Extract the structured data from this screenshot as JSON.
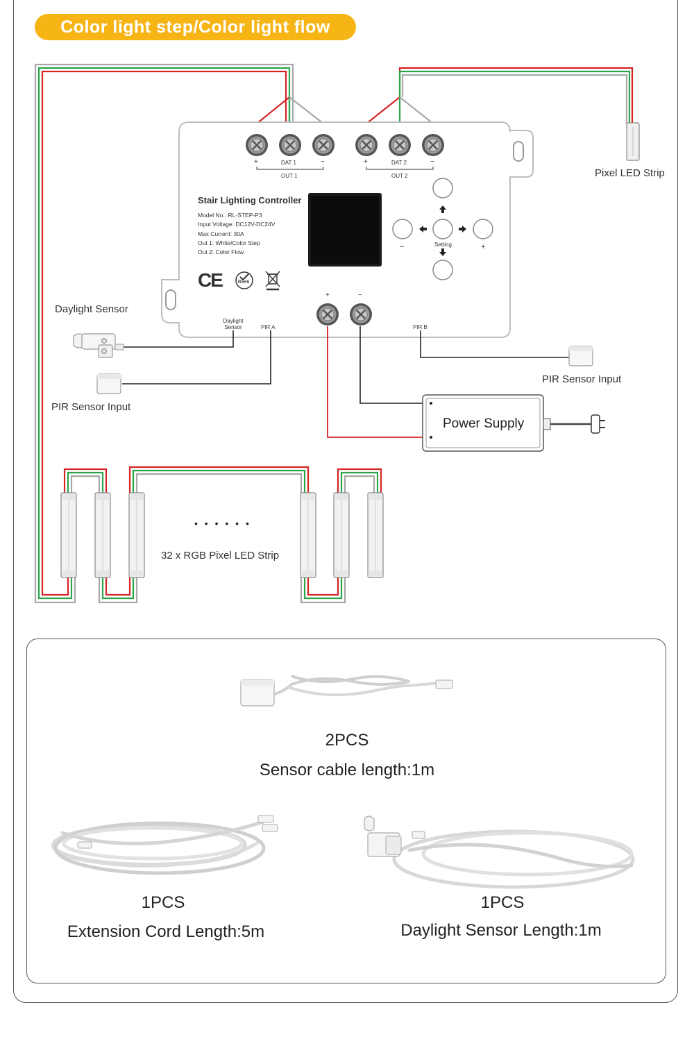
{
  "header": {
    "title": "Color light step/Color light flow"
  },
  "controller": {
    "title": "Stair Lighting Controller",
    "model": "Model No.: RL-STEP-P3",
    "voltage": "Input Voltage: DC12V-DC24V",
    "current": "Max Current: 30A",
    "out1_mode": "Out 1: White/Color Step",
    "out2_mode": "Out 2: Color Flow",
    "out1_label": "OUT 1",
    "out2_label": "OUT 2",
    "dat1_label": "DAT 1",
    "dat2_label": "DAT 2",
    "plus": "+",
    "minus": "−",
    "setting_label": "Setting",
    "daylight_port": "Daylight Sensor",
    "pir_a": "PIR A",
    "pir_b": "PIR B",
    "ce_mark": "CE",
    "rohs_mark": "RoHS"
  },
  "labels": {
    "pixel_led_strip": "Pixel LED Strip",
    "daylight_sensor": "Daylight Sensor",
    "pir_sensor_left": "PIR Sensor Input",
    "pir_sensor_right": "PIR Sensor Input",
    "power_supply": "Power Supply",
    "strip_dots": "• • • • • •",
    "strip_count": "32 x RGB Pixel LED Strip"
  },
  "accessories": [
    {
      "qty": "2PCS",
      "desc": "Sensor cable length:1m"
    },
    {
      "qty": "1PCS",
      "desc": "Extension Cord Length:5m"
    },
    {
      "qty": "1PCS",
      "desc": "Daylight Sensor Length:1m"
    }
  ],
  "colors": {
    "accent": "#f7b515",
    "wire_red": "#d42424",
    "wire_green": "#2aa44a",
    "wire_gray": "#a8a8a8",
    "wire_black": "#222222"
  },
  "icons": [
    "terminal-screw-icon",
    "arrow-up-icon",
    "arrow-down-icon",
    "arrow-left-icon",
    "arrow-right-icon",
    "weee-bin-icon",
    "rohs-check-icon",
    "ce-mark-icon",
    "plug-icon"
  ]
}
